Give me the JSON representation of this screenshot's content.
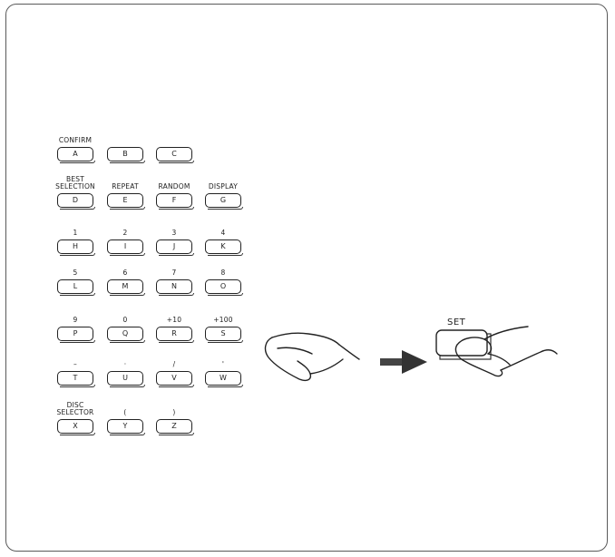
{
  "keys": [
    {
      "id": "a",
      "top": "CONFIRM",
      "key": "A"
    },
    {
      "id": "b",
      "top": "",
      "key": "B"
    },
    {
      "id": "c",
      "top": "",
      "key": "C"
    },
    {
      "id": "d",
      "top": "BEST\nSELECTION",
      "key": "D"
    },
    {
      "id": "e",
      "top": "REPEAT",
      "key": "E"
    },
    {
      "id": "f",
      "top": "RANDOM",
      "key": "F"
    },
    {
      "id": "g",
      "top": "DISPLAY",
      "key": "G"
    },
    {
      "id": "h",
      "top": "1",
      "key": "H"
    },
    {
      "id": "i",
      "top": "2",
      "key": "I"
    },
    {
      "id": "j",
      "top": "3",
      "key": "J"
    },
    {
      "id": "k",
      "top": "4",
      "key": "K"
    },
    {
      "id": "l",
      "top": "5",
      "key": "L"
    },
    {
      "id": "m",
      "top": "6",
      "key": "M"
    },
    {
      "id": "n",
      "top": "7",
      "key": "N"
    },
    {
      "id": "o",
      "top": "8",
      "key": "O"
    },
    {
      "id": "p",
      "top": "9",
      "key": "P"
    },
    {
      "id": "q",
      "top": "0",
      "key": "Q"
    },
    {
      "id": "r",
      "top": "+10",
      "key": "R"
    },
    {
      "id": "s",
      "top": "+100",
      "key": "S"
    },
    {
      "id": "t",
      "top": "–",
      "key": "T"
    },
    {
      "id": "u",
      "top": "·",
      "key": "U"
    },
    {
      "id": "v",
      "top": "/",
      "key": "V"
    },
    {
      "id": "w",
      "top": "'",
      "key": "W"
    },
    {
      "id": "x",
      "top": "DISC\nSELECTOR",
      "key": "X"
    },
    {
      "id": "y",
      "top": "(",
      "key": "Y"
    },
    {
      "id": "z",
      "top": ")",
      "key": "Z"
    }
  ],
  "set_button": {
    "label": "SET"
  }
}
